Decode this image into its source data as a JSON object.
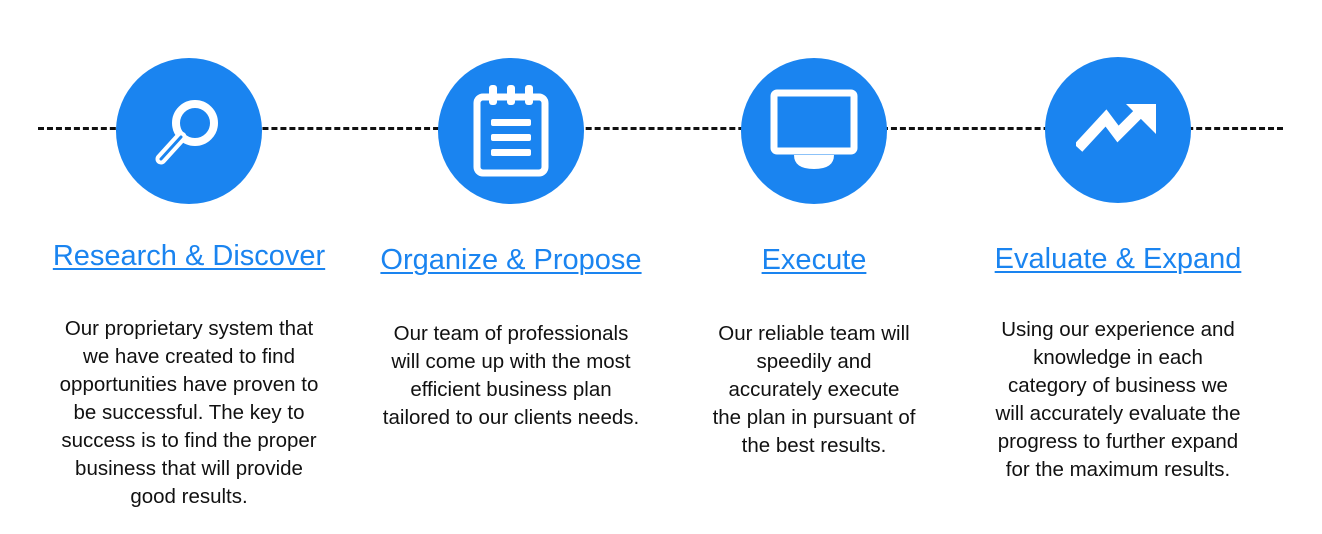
{
  "colors": {
    "accent": "#1a84f0",
    "line": "#111111",
    "text": "#111111",
    "background": "#ffffff"
  },
  "steps": [
    {
      "icon": "magnifier-icon",
      "title": "Research & Discover",
      "description_lines": [
        "Our proprietary system that",
        "we have created to find",
        "opportunities have proven to",
        "be successful.  The key to",
        "success is to find the proper",
        "business that will provide",
        "good results."
      ]
    },
    {
      "icon": "notepad-icon",
      "title": "Organize & Propose",
      "description_lines": [
        "Our team of professionals",
        "will come up with the most",
        "efficient business plan",
        "tailored to our clients needs."
      ]
    },
    {
      "icon": "monitor-icon",
      "title": "Execute",
      "description_lines": [
        "Our reliable team will",
        "speedily and",
        "accurately execute",
        "the plan in pursuant of",
        "the best results."
      ]
    },
    {
      "icon": "trend-arrow-icon",
      "title": "Evaluate & Expand",
      "description_lines": [
        "Using our experience and",
        "knowledge in each",
        "category of business we",
        "will accurately evaluate the",
        "progress to further expand",
        "for the maximum results."
      ]
    }
  ]
}
